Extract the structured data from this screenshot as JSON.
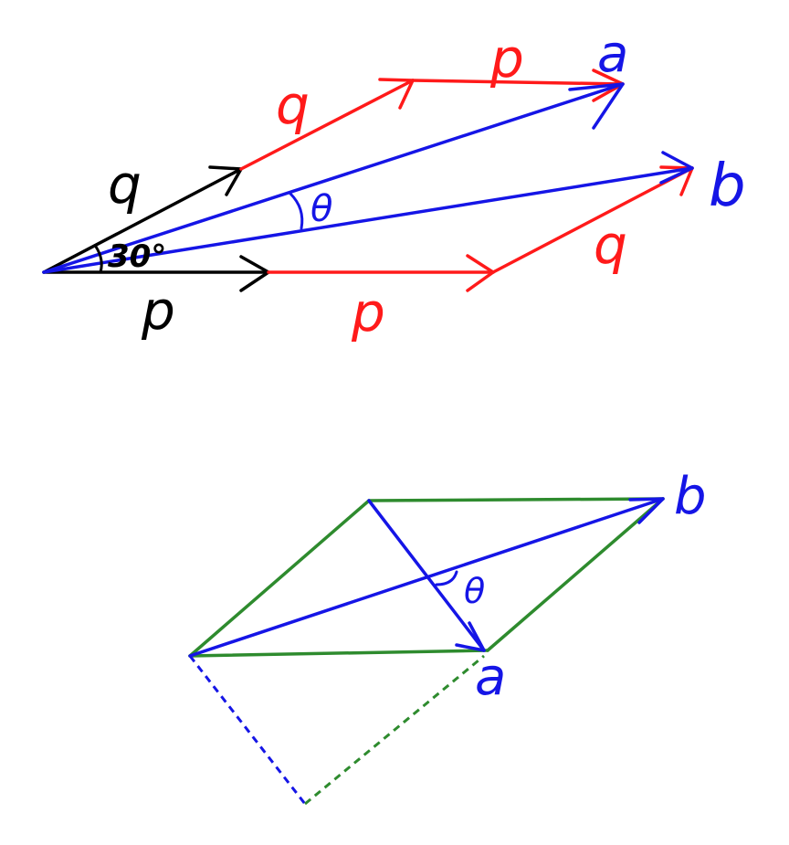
{
  "colors": {
    "black": "#000000",
    "red": "#ff1a1a",
    "blue": "#1515e6",
    "green": "#2e8b2e"
  },
  "top_diagram": {
    "label_a": "a",
    "label_b": "b",
    "label_p_black": "p",
    "label_q_black": "q",
    "label_p_red_bottom": "p",
    "label_q_red_bottom": "q",
    "label_p_red_top": "p",
    "label_q_red_top": "q",
    "angle_label": "30°",
    "theta_label": "θ"
  },
  "bottom_diagram": {
    "label_a": "a",
    "label_b": "b",
    "theta_label": "θ"
  }
}
